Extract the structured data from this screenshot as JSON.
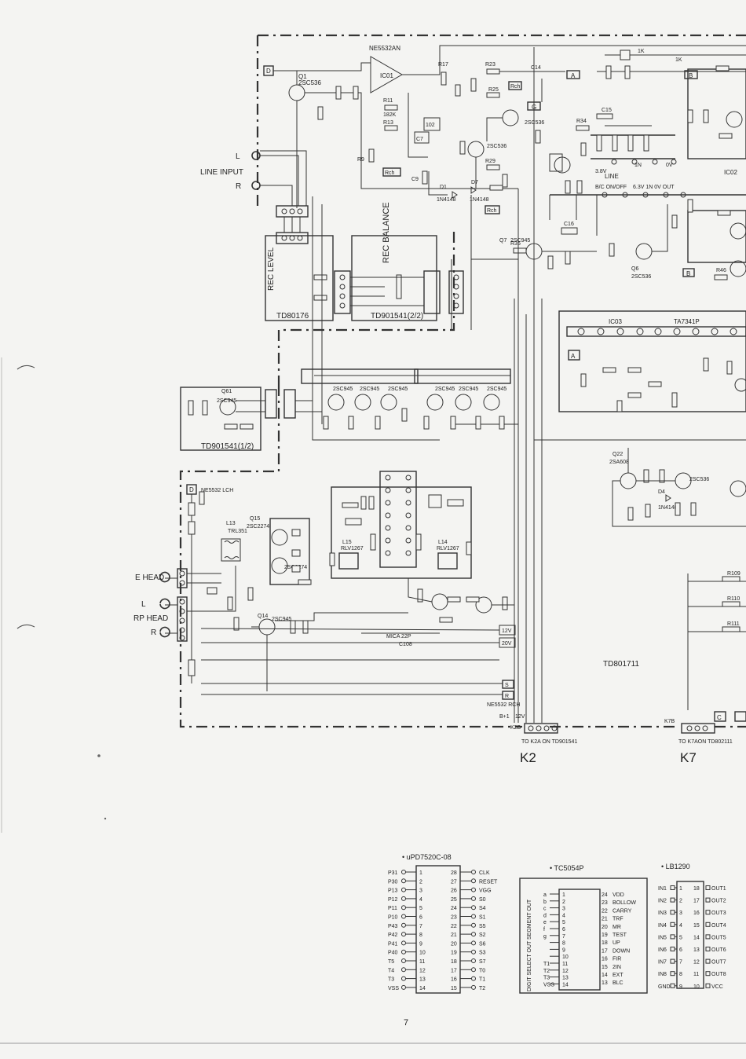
{
  "labels": {
    "line_input": "LINE INPUT",
    "ch_l": "L",
    "ch_r": "R",
    "e_head": "E HEAD",
    "rp_head": "RP HEAD",
    "rec_level": "REC LEVEL",
    "rec_balance": "REC BALANCE",
    "td801761": "TD80176",
    "td901541_22": "TD901541(2/2)",
    "td901541_12": "TD901541(1/2)",
    "td801711": "TD801711",
    "ic_ne5532": "NE5532AN",
    "ic_ne5532_lch": "NE5532 LCH",
    "ic_ne5532_rch": "NE5532 RCH",
    "ic_ta7341p": "TA7341P",
    "ic_ic03": "IC03",
    "ic_ic02": "IC02",
    "ic_ic01": "IC01",
    "q1": "2SC536",
    "q2": "2SC536",
    "q3": "2SC536",
    "q7": "2SC945",
    "q6": "2SC536",
    "q22": "2SA608",
    "q23": "2SC536",
    "q14": "2SC945",
    "q15": "2SC2274",
    "q16": "2SC2274",
    "q61": "2SC945",
    "tr1": "2SC945",
    "tr2": "2SC945",
    "tr3": "2SC945",
    "tr4": "2SC945",
    "tr5": "2SC945",
    "tr6": "2SC945",
    "l13": "TRL351",
    "l15": "RLV1267",
    "l14": "RLV1267",
    "d1": "1N4148",
    "d7": "1N4148",
    "d4": "1N4148",
    "line_sw": "LINE",
    "bc_on_off": "B/C  ON/OFF",
    "rch1": "Rch",
    "rch2": "Rch",
    "rch3": "Rch",
    "rch4": "Rch",
    "v12": "12V",
    "v20": "20V",
    "b_plus": "B+1",
    "b12v": "12V",
    "k2": "K2",
    "k7": "K7",
    "k2b": "K2B",
    "k7b": "K7B",
    "to_k2a": "TO K2A ON TD901541",
    "to_k7a": "TO K7AON TD802111",
    "page_number": "7"
  },
  "ics": {
    "upd": {
      "title": "• uPD7520C-08",
      "left": [
        "P31",
        "P30",
        "P13",
        "P12",
        "P11",
        "P10",
        "P43",
        "P42",
        "P41",
        "P40",
        "T5",
        "T4",
        "T3",
        "VSS"
      ],
      "right": [
        "CLK",
        "RESET",
        "VGG",
        "S0",
        "S4",
        "S1",
        "S5",
        "S2",
        "S6",
        "S3",
        "S7",
        "T0",
        "T1",
        "T2"
      ]
    },
    "tc": {
      "title": "• TC5054P",
      "left": [
        "a",
        "b",
        "c",
        "d",
        "e",
        "f",
        "g",
        "",
        "",
        "",
        "T1",
        "T2",
        "T3",
        "VSS"
      ],
      "right": [
        "VDD",
        "BOLLOW",
        "CARRY",
        "TRF",
        "MR",
        "TEST",
        "UP",
        "DOWN",
        "FIR",
        "2IN",
        "EXT",
        "BLC"
      ],
      "segment": "SEGMENT OUT",
      "digit": "DIGIT SELECT OUT"
    },
    "lb": {
      "title": "• LB1290",
      "left": [
        "IN1",
        "IN2",
        "IN3",
        "IN4",
        "IN5",
        "IN6",
        "IN7",
        "IN8",
        "GND"
      ],
      "right": [
        "OUT1",
        "OUT2",
        "OUT3",
        "OUT4",
        "OUT5",
        "OUT6",
        "OUT7",
        "OUT8",
        "VCC"
      ]
    }
  }
}
